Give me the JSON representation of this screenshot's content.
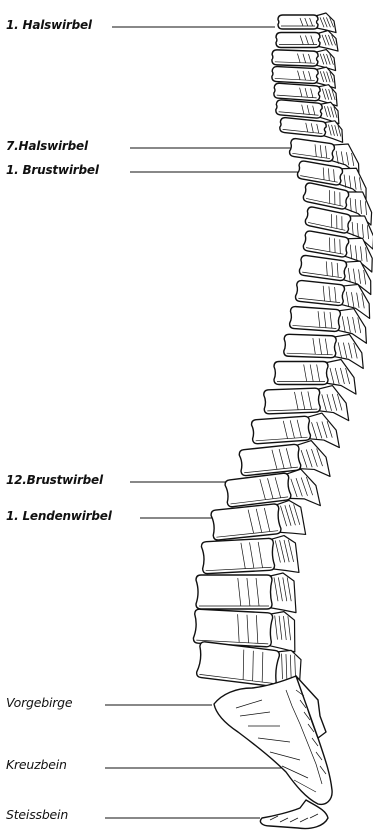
{
  "diagram": {
    "labels": [
      {
        "id": "halswirbel-1",
        "text": "1. Halswirbel"
      },
      {
        "id": "halswirbel-7",
        "text": "7.Halswirbel"
      },
      {
        "id": "brustwirbel-1",
        "text": "1. Brustwirbel"
      },
      {
        "id": "brustwirbel-12",
        "text": "12.Brustwirbel"
      },
      {
        "id": "lendenwirbel-1",
        "text": "1. Lendenwirbel"
      },
      {
        "id": "vorgebirge",
        "text": "Vorgebirge"
      },
      {
        "id": "kreuzbein",
        "text": "Kreuzbein"
      },
      {
        "id": "steissbein",
        "text": "Steissbein"
      }
    ]
  },
  "colors": {
    "ink": "#111111",
    "bone": "#ffffff"
  }
}
